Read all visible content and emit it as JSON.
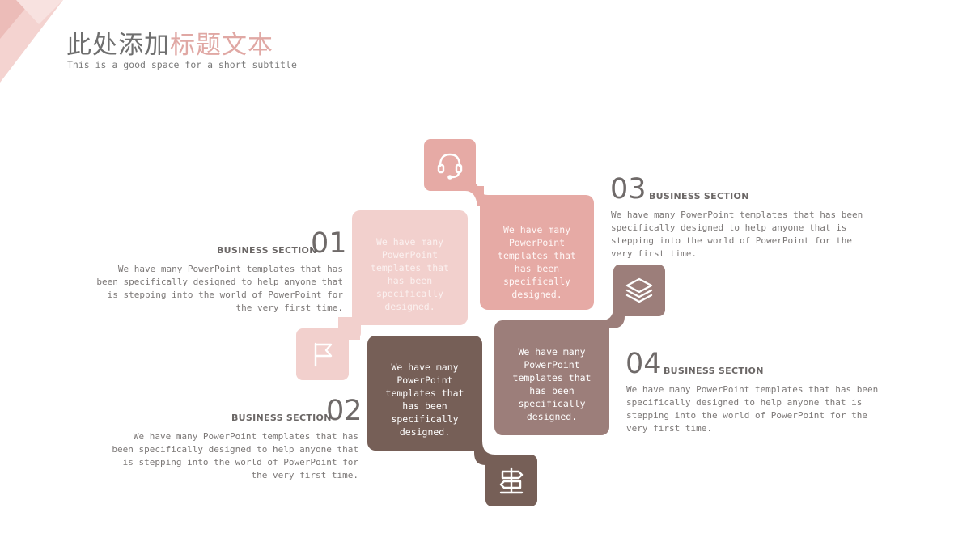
{
  "header": {
    "title_part1": "此处添加",
    "title_part2": "标题文本",
    "subtitle": "This is a good space for a short subtitle"
  },
  "colors": {
    "light_pink": "#f2d0cd",
    "pink": "#e6aaa5",
    "taupe": "#9c7e7a",
    "dark_brown": "#765f57"
  },
  "boxes": {
    "box1_text": "We have many PowerPoint templates that has been specifically designed.",
    "box2_text": "We have many PowerPoint templates that has been specifically designed.",
    "box3_text": "We have many PowerPoint templates that has been specifically designed.",
    "box4_text": "We have many PowerPoint templates that has been specifically designed."
  },
  "icons": {
    "box1": "flag-icon",
    "box2": "signpost-icon",
    "box3": "headset-icon",
    "box4": "layers-icon"
  },
  "sections": [
    {
      "number": "01",
      "label": "BUSINESS SECTION",
      "text": "We have many PowerPoint templates that has been specifically designed to help anyone that is stepping into the world of PowerPoint for the very first time."
    },
    {
      "number": "02",
      "label": "BUSINESS SECTION",
      "text": "We have many PowerPoint templates that has been specifically designed to help anyone that is stepping into the world of PowerPoint for the very first time."
    },
    {
      "number": "03",
      "label": "BUSINESS SECTION",
      "text": "We have many PowerPoint templates that has been specifically designed to help anyone that is stepping into the world of PowerPoint for the very first time."
    },
    {
      "number": "04",
      "label": "BUSINESS SECTION",
      "text": "We have many PowerPoint templates that has been specifically designed to help anyone that is stepping into the world of PowerPoint for the very first time."
    }
  ]
}
